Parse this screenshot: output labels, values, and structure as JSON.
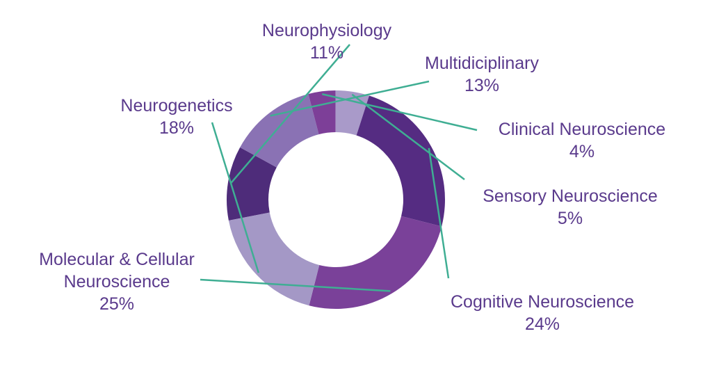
{
  "chart_data": {
    "type": "pie",
    "donut": true,
    "title": "",
    "slices": [
      {
        "name": "Neurophysiology",
        "pct_label": "11%",
        "value": 11,
        "color": "#4e2c7a"
      },
      {
        "name": "Multidiciplinary",
        "pct_label": "13%",
        "value": 13,
        "color": "#8a72b4"
      },
      {
        "name": "Clinical Neuroscience",
        "pct_label": "4%",
        "value": 4,
        "color": "#7d3f98"
      },
      {
        "name": "Sensory Neuroscience",
        "pct_label": "5%",
        "value": 5,
        "color": "#a99ac9"
      },
      {
        "name": "Cognitive Neuroscience",
        "pct_label": "24%",
        "value": 24,
        "color": "#552c82"
      },
      {
        "name": "Molecular & Cellular Neuroscience",
        "name_line1": "Molecular & Cellular",
        "name_line2": "Neuroscience",
        "pct_label": "25%",
        "value": 25,
        "color": "#7a4199"
      },
      {
        "name": "Neurogenetics",
        "pct_label": "18%",
        "value": 18,
        "color": "#a498c6"
      }
    ],
    "leader_color": "#3fae93",
    "text_color": "#5a3a8c"
  }
}
